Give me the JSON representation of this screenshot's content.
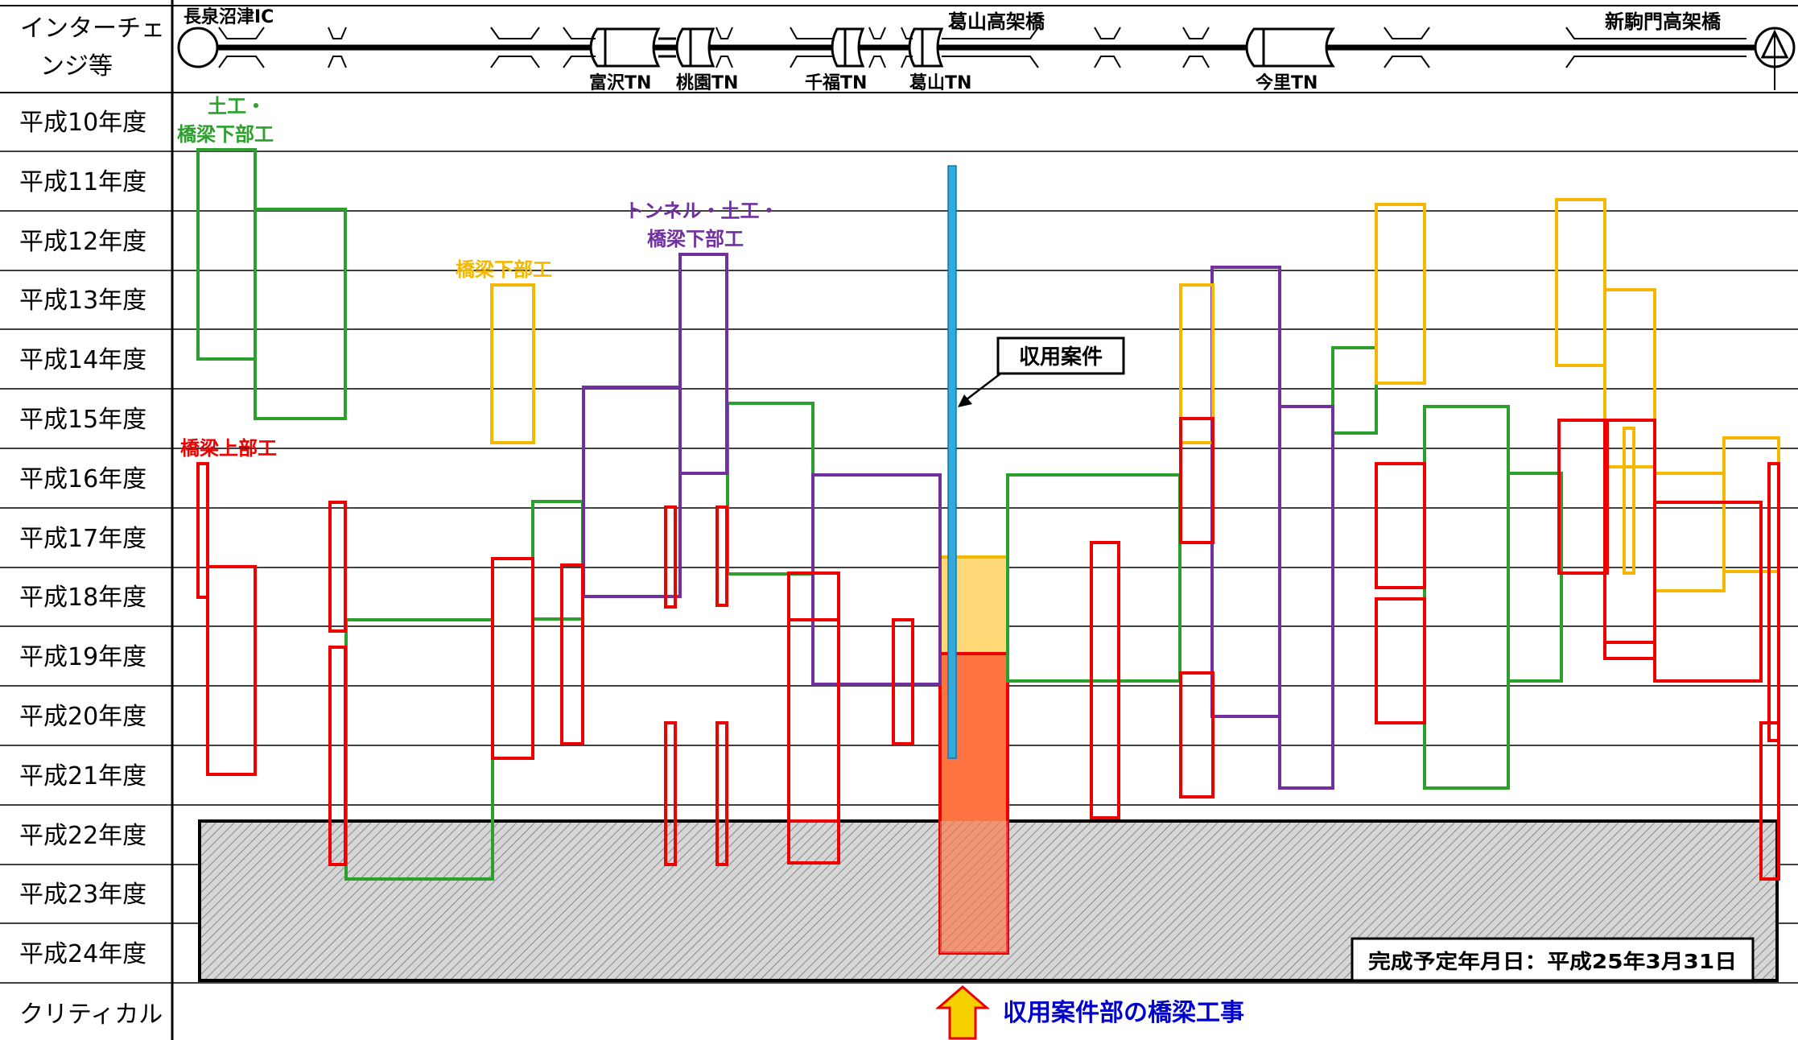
{
  "header": {
    "row_label": "インターチェンジ等",
    "stations": [
      {
        "id": "nagaizumi-numazu-ic",
        "label": "長泉沼津IC"
      },
      {
        "id": "tomizawa-tn",
        "label": "富沢TN"
      },
      {
        "id": "momozono-tn",
        "label": "桃園TN"
      },
      {
        "id": "senpuku-tn",
        "label": "千福TN"
      },
      {
        "id": "kuzuyama-tn",
        "label": "葛山TN"
      },
      {
        "id": "kuzuyama-viaduct",
        "label": "葛山高架橋"
      },
      {
        "id": "imazato-tn",
        "label": "今里TN"
      },
      {
        "id": "shinkomakado-viaduct",
        "label": "新駒門高架橋"
      }
    ]
  },
  "rows": [
    {
      "label": "平成10年度"
    },
    {
      "label": "平成11年度"
    },
    {
      "label": "平成12年度"
    },
    {
      "label": "平成13年度"
    },
    {
      "label": "平成14年度"
    },
    {
      "label": "平成15年度"
    },
    {
      "label": "平成16年度"
    },
    {
      "label": "平成17年度"
    },
    {
      "label": "平成18年度"
    },
    {
      "label": "平成19年度"
    },
    {
      "label": "平成20年度"
    },
    {
      "label": "平成21年度"
    },
    {
      "label": "平成22年度"
    },
    {
      "label": "平成23年度"
    },
    {
      "label": "平成24年度"
    }
  ],
  "critical_row_label": "クリティカル",
  "legend": {
    "earthwork_bridge_sub": "土工・橋梁下部工",
    "tunnel_earthwork_bridge_sub": "トンネル・土工・橋梁下部工",
    "bridge_substructure": "橋梁下部工",
    "bridge_superstructure": "橋梁上部工"
  },
  "annotations": {
    "callout": "収用案件",
    "completion": "完成予定年月日：平成25年3月31日",
    "critical_note": "収用案件部の橋梁工事"
  },
  "colors": {
    "earthwork_bridge_sub": "#2ca02c",
    "tunnel_earthwork_bridge_sub": "#7030a0",
    "bridge_substructure": "#f5b800",
    "bridge_superstructure": "#ee0000",
    "expropriation": "#33aadd",
    "note_text": "#0000cc",
    "critical_arrow": "#f7d200"
  }
}
